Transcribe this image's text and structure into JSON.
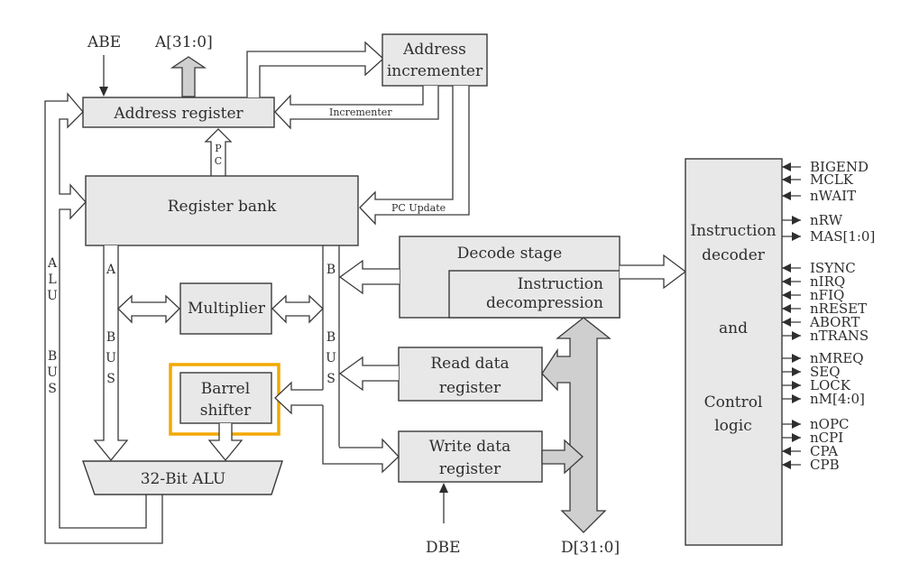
{
  "diagram": {
    "title": "ARM7TDMI core block diagram",
    "highlight_color": "#f2a900",
    "box_fill": "#e8e8e8",
    "bus_fill": "#cfcfcf",
    "top_signals": {
      "abe": "ABE",
      "address_bus": "A[31:0]"
    },
    "blocks": {
      "address_register": "Address register",
      "address_incrementer": [
        "Address",
        "incrementer"
      ],
      "register_bank": "Register bank",
      "multiplier": "Multiplier",
      "barrel_shifter": [
        "Barrel",
        "shifter"
      ],
      "alu": "32-Bit ALU",
      "decode_stage": "Decode stage",
      "instruction_decompression": [
        "Instruction",
        "decompression"
      ],
      "read_data_register": [
        "Read data",
        "register"
      ],
      "write_data_register": [
        "Write data",
        "register"
      ],
      "instruction_decoder": [
        "Instruction",
        "decoder",
        "and",
        "Control",
        "logic"
      ]
    },
    "wire_labels": {
      "incrementer": "Incrementer",
      "pc_update": "PC Update",
      "pc": [
        "P",
        "C"
      ],
      "a_bus": [
        "A",
        "B",
        "U",
        "S"
      ],
      "b_bus": [
        "B",
        "B",
        "U",
        "S"
      ],
      "alu_bus": [
        "A",
        "L",
        "U",
        "B",
        "U",
        "S"
      ]
    },
    "bottom_signals": {
      "dbe": "DBE",
      "data_bus": "D[31:0]"
    },
    "control_signals": [
      {
        "name": "BIGEND",
        "dir": "in"
      },
      {
        "name": "MCLK",
        "dir": "in"
      },
      {
        "name": "nWAIT",
        "dir": "in"
      },
      {
        "name": "nRW",
        "dir": "out"
      },
      {
        "name": "MAS[1:0]",
        "dir": "out"
      },
      {
        "name": "ISYNC",
        "dir": "in"
      },
      {
        "name": "nIRQ",
        "dir": "in"
      },
      {
        "name": "nFIQ",
        "dir": "in"
      },
      {
        "name": "nRESET",
        "dir": "in"
      },
      {
        "name": "ABORT",
        "dir": "in"
      },
      {
        "name": "nTRANS",
        "dir": "out"
      },
      {
        "name": "nMREQ",
        "dir": "out"
      },
      {
        "name": "SEQ",
        "dir": "out"
      },
      {
        "name": "LOCK",
        "dir": "out"
      },
      {
        "name": "nM[4:0]",
        "dir": "out"
      },
      {
        "name": "nOPC",
        "dir": "out"
      },
      {
        "name": "nCPI",
        "dir": "out"
      },
      {
        "name": "CPA",
        "dir": "in"
      },
      {
        "name": "CPB",
        "dir": "in"
      }
    ]
  }
}
